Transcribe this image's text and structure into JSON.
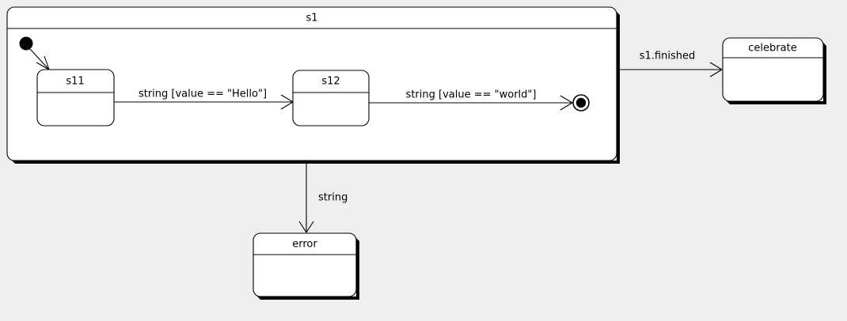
{
  "diagram": {
    "type": "uml-state-diagram",
    "background_color": "#eeeeee",
    "line_color": "#000000",
    "fill_color": "#ffffff"
  },
  "composite_state": {
    "name": "s1",
    "title": "s1"
  },
  "states": [
    {
      "id": "s11",
      "label": "s11"
    },
    {
      "id": "s12",
      "label": "s12"
    },
    {
      "id": "celebrate",
      "label": "celebrate"
    },
    {
      "id": "error",
      "label": "error"
    }
  ],
  "pseudostates": [
    {
      "id": "initial",
      "kind": "initial-node"
    },
    {
      "id": "final",
      "kind": "final-node"
    }
  ],
  "transitions": [
    {
      "from": "initial",
      "to": "s11",
      "label": ""
    },
    {
      "from": "s11",
      "to": "s12",
      "label": "string [value == \"Hello\"]"
    },
    {
      "from": "s12",
      "to": "final",
      "label": "string [value == \"world\"]"
    },
    {
      "from": "s1",
      "to": "celebrate",
      "label": "s1.finished"
    },
    {
      "from": "s1",
      "to": "error",
      "label": "string"
    }
  ],
  "labels": {
    "s1_title": "s1",
    "s11": "s11",
    "s12": "s12",
    "celebrate": "celebrate",
    "error": "error",
    "hello_guard": "string [value == \"Hello\"]",
    "world_guard": "string [value == \"world\"]",
    "s1_finished": "s1.finished",
    "string": "string"
  }
}
